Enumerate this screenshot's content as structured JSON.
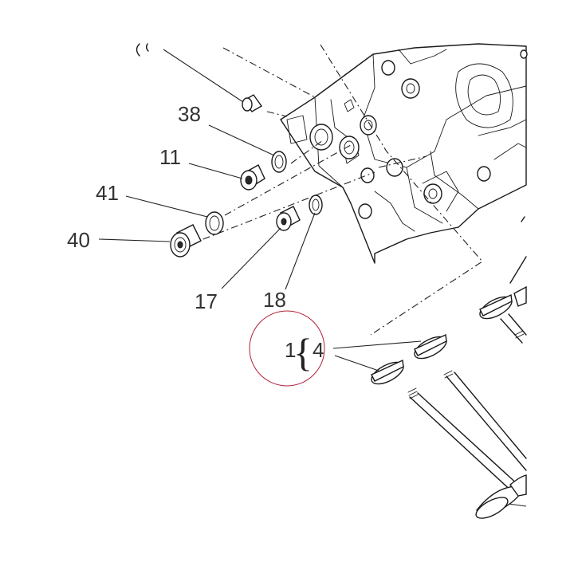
{
  "labels": {
    "part_38": "38",
    "part_11": "11",
    "part_41": "41",
    "part_40": "40",
    "part_17": "17",
    "part_18": "18",
    "group_qty": "1",
    "part_4": "4",
    "brace": "{"
  },
  "colors": {
    "line": "#1a1a1a",
    "label": "#333333",
    "highlight_circle": "#b0203a"
  }
}
